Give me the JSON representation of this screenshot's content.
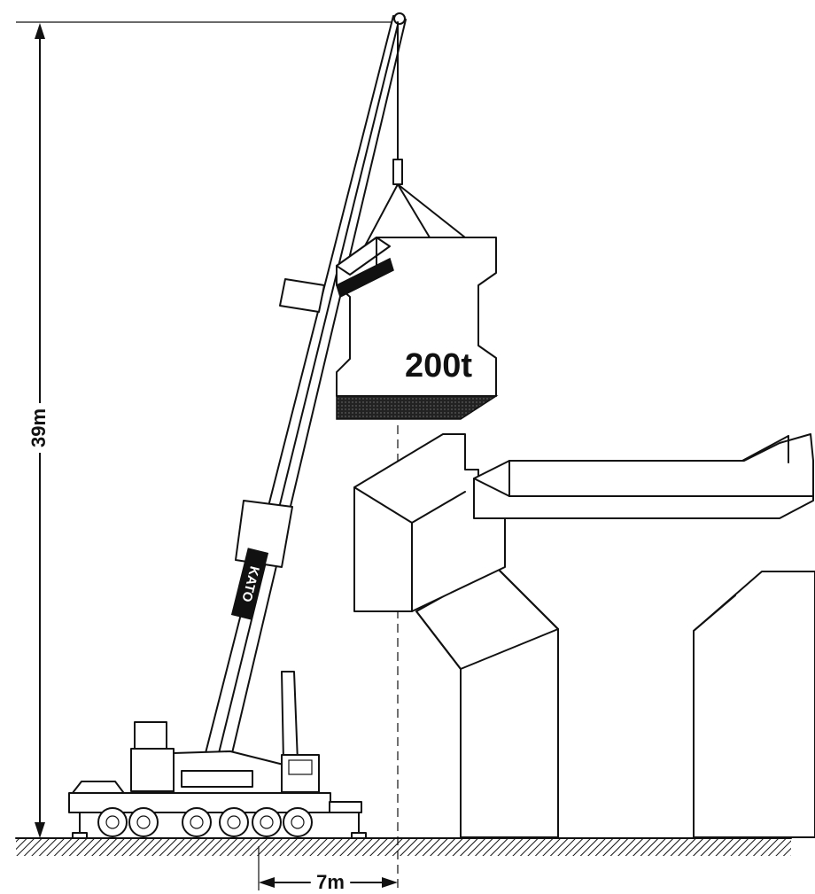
{
  "labels": {
    "height": "39m",
    "radius": "7m",
    "load": "200t",
    "brand": "KATO"
  },
  "colors": {
    "ink": "#111111",
    "paper": "#ffffff"
  }
}
